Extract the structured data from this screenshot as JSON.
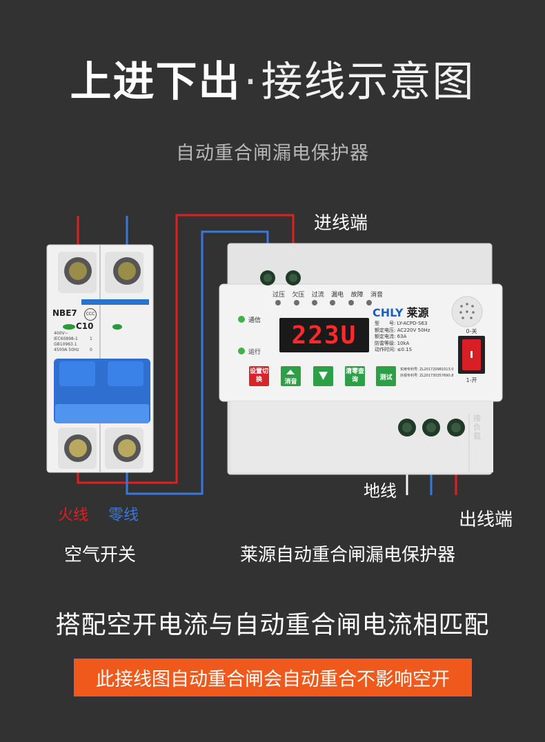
{
  "header": {
    "title_bold": "上进下出",
    "title_dot": "·",
    "title_thin": "接线示意图",
    "subtitle": "自动重合闸漏电保护器"
  },
  "labels": {
    "inlet": "进线端",
    "ground": "地线",
    "outlet": "出线端",
    "fire": "火线",
    "zero": "零线",
    "breaker_name": "空气开关",
    "protector_name": "莱源自动重合闸漏电保护器"
  },
  "breaker": {
    "model": "NBE7",
    "rating": "C10",
    "cert": "CCC",
    "spec_lines": [
      "400V~",
      "IEC60898-1",
      "GB10963.1",
      "4500A 50Hz"
    ],
    "marks": [
      "1",
      "0"
    ]
  },
  "protector": {
    "brand": "CHLY",
    "brand_cn": "莱源",
    "display_value": "223U",
    "indicators": [
      "过压",
      "欠压",
      "过流",
      "漏电",
      "故障",
      "消音"
    ],
    "status": [
      "通信",
      "运行"
    ],
    "specs": [
      {
        "k": "型　　号:",
        "v": "LY-ACPD-S63"
      },
      {
        "k": "额定电压:",
        "v": "AC220V 50Hz"
      },
      {
        "k": "额定电流:",
        "v": "63A"
      },
      {
        "k": "防雷等级:",
        "v": "10kA"
      },
      {
        "k": "动作时间:",
        "v": "≤0.1S"
      }
    ],
    "patents": [
      {
        "k": "实用专利号:",
        "v": "ZL201720981013.0"
      },
      {
        "k": "外观专利号:",
        "v": "ZL201730357690.8"
      }
    ],
    "buttons": [
      "设置切换",
      "消音",
      "",
      "清零查询",
      "测试"
    ],
    "switch_off": "0-关",
    "switch_on": "1-开",
    "side_text": "接负载"
  },
  "footer": {
    "note": "搭配空开电流与自动重合闸电流相匹配",
    "banner": "此接线图自动重合闸会自动重合不影响空开"
  },
  "colors": {
    "background": "#323232",
    "fire": "#e02020",
    "zero": "#3a78e0",
    "banner": "#ef5a1c",
    "display": "#ff2a2a"
  }
}
